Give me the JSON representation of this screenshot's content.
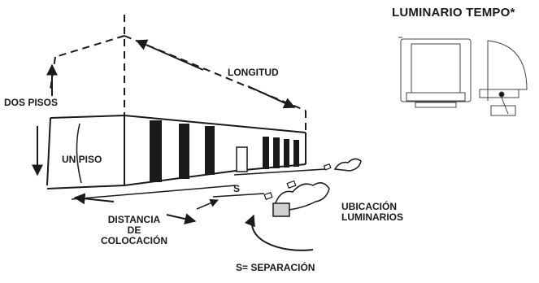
{
  "title": "LUMINARIO TEMPO*",
  "labels": {
    "longitud": "LONGITUD",
    "dos_pisos": "DOS PISOS",
    "un_piso": "UN PISO",
    "s_marker": "S",
    "distancia": [
      "DISTANCIA",
      "DE",
      "COLOCACIÓN"
    ],
    "ubicacion": [
      "UBICACIÓN",
      "LUMINARIOS"
    ],
    "separacion": "S= SEPARACIÓN"
  }
}
